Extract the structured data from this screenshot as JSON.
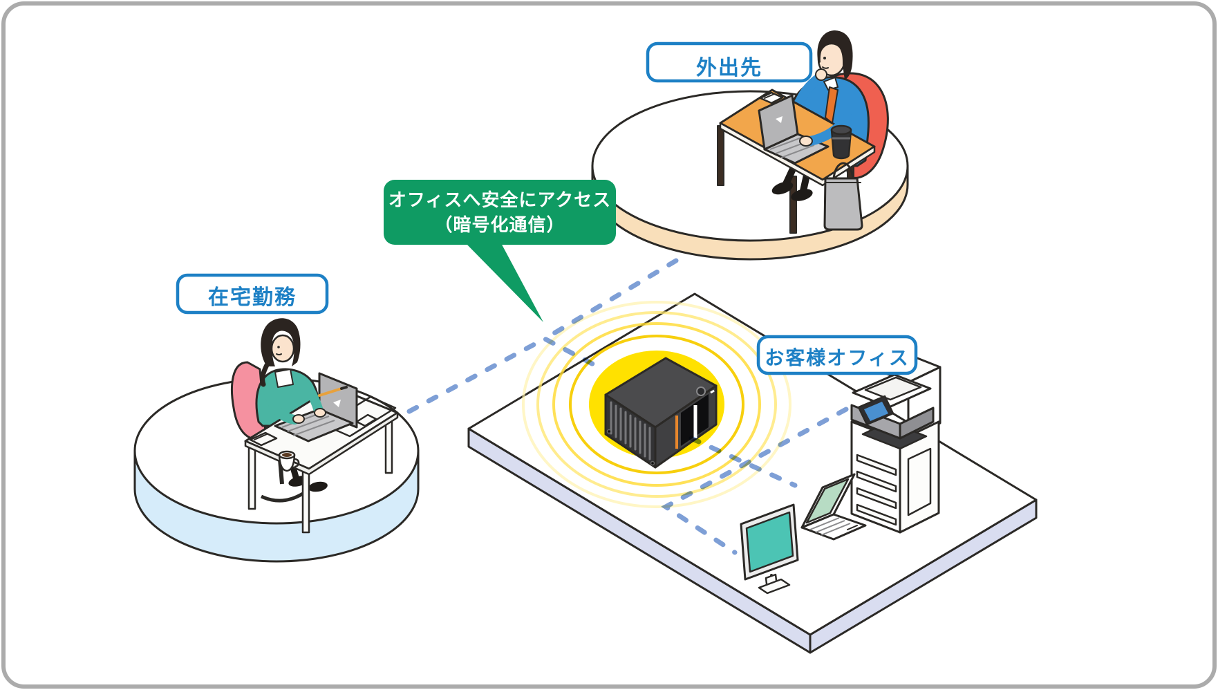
{
  "labels": {
    "mobile_location": "外出先",
    "home_office": "在宅勤務",
    "customer_office": "お客様オフィス"
  },
  "callout": {
    "line1": "オフィスへ安全にアクセス",
    "line2": "（暗号化通信）"
  },
  "colors": {
    "label_border_blue": "#1d80c5",
    "label_text_blue": "#1d80c5",
    "callout_green": "#0f9b63",
    "callout_text": "#ffffff",
    "dashed_line": "#7e9fd6",
    "wifi_glow": "#ffe100",
    "floor_side": "#d9ddf0",
    "home_platform_side": "#d6ecfa",
    "mobile_platform_side": "#f9dfba",
    "frame_border": "#ababab",
    "monitor_screen": "#4cc4b4",
    "laptop_screen": "#b7dcc4",
    "printer_screen": "#4a90d0",
    "desk_wood": "#f2a64b",
    "sweater_blue": "#338fd3",
    "cardigan_teal": "#4ab5a3",
    "chair_red": "#ef6050",
    "chair_pink": "#f591a0",
    "tie_orange": "#e8762c"
  }
}
